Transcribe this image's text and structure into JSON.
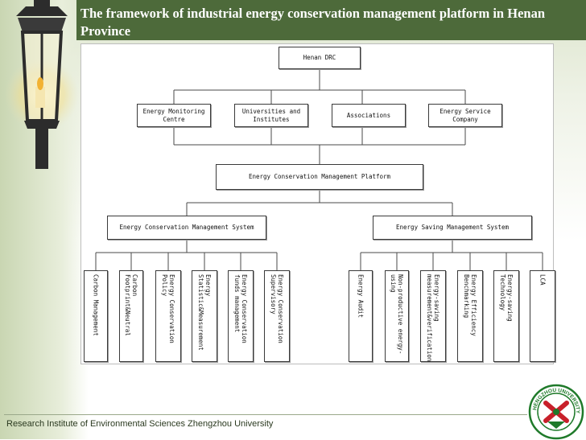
{
  "slide": {
    "title": "The framework of industrial energy conservation management platform in Henan Province",
    "footer": "Research Institute of Environmental Sciences Zhengzhou University"
  },
  "logo": {
    "text": "ZHENGZHOU UNIVERSITY",
    "colors": {
      "green": "#1f7a2a",
      "red": "#c8202a"
    }
  },
  "diagram": {
    "root": "Henan DRC",
    "tier1": [
      "Energy Monitoring Centre",
      "Universities and Institutes",
      "Associations",
      "Energy Service Company"
    ],
    "platform": "Energy Conservation Management  Platform",
    "systems": [
      {
        "label": "Energy Conservation Management System",
        "children": [
          "Carbon Management",
          "Carbon Footprint&Neutral",
          "Energy Conservation Policy",
          "Energy Statistic&Measurement",
          "Energy Conservation funds management",
          "Energy Conservation Supervisory"
        ]
      },
      {
        "label": "Energy Saving  Management System",
        "children": [
          "Energy Audit",
          "Non-productive energy-using",
          "Energy-saving measurement&verification",
          "Energy Efficiency Benchmarking",
          "Energy-saving Technology",
          "LCA"
        ]
      }
    ]
  }
}
